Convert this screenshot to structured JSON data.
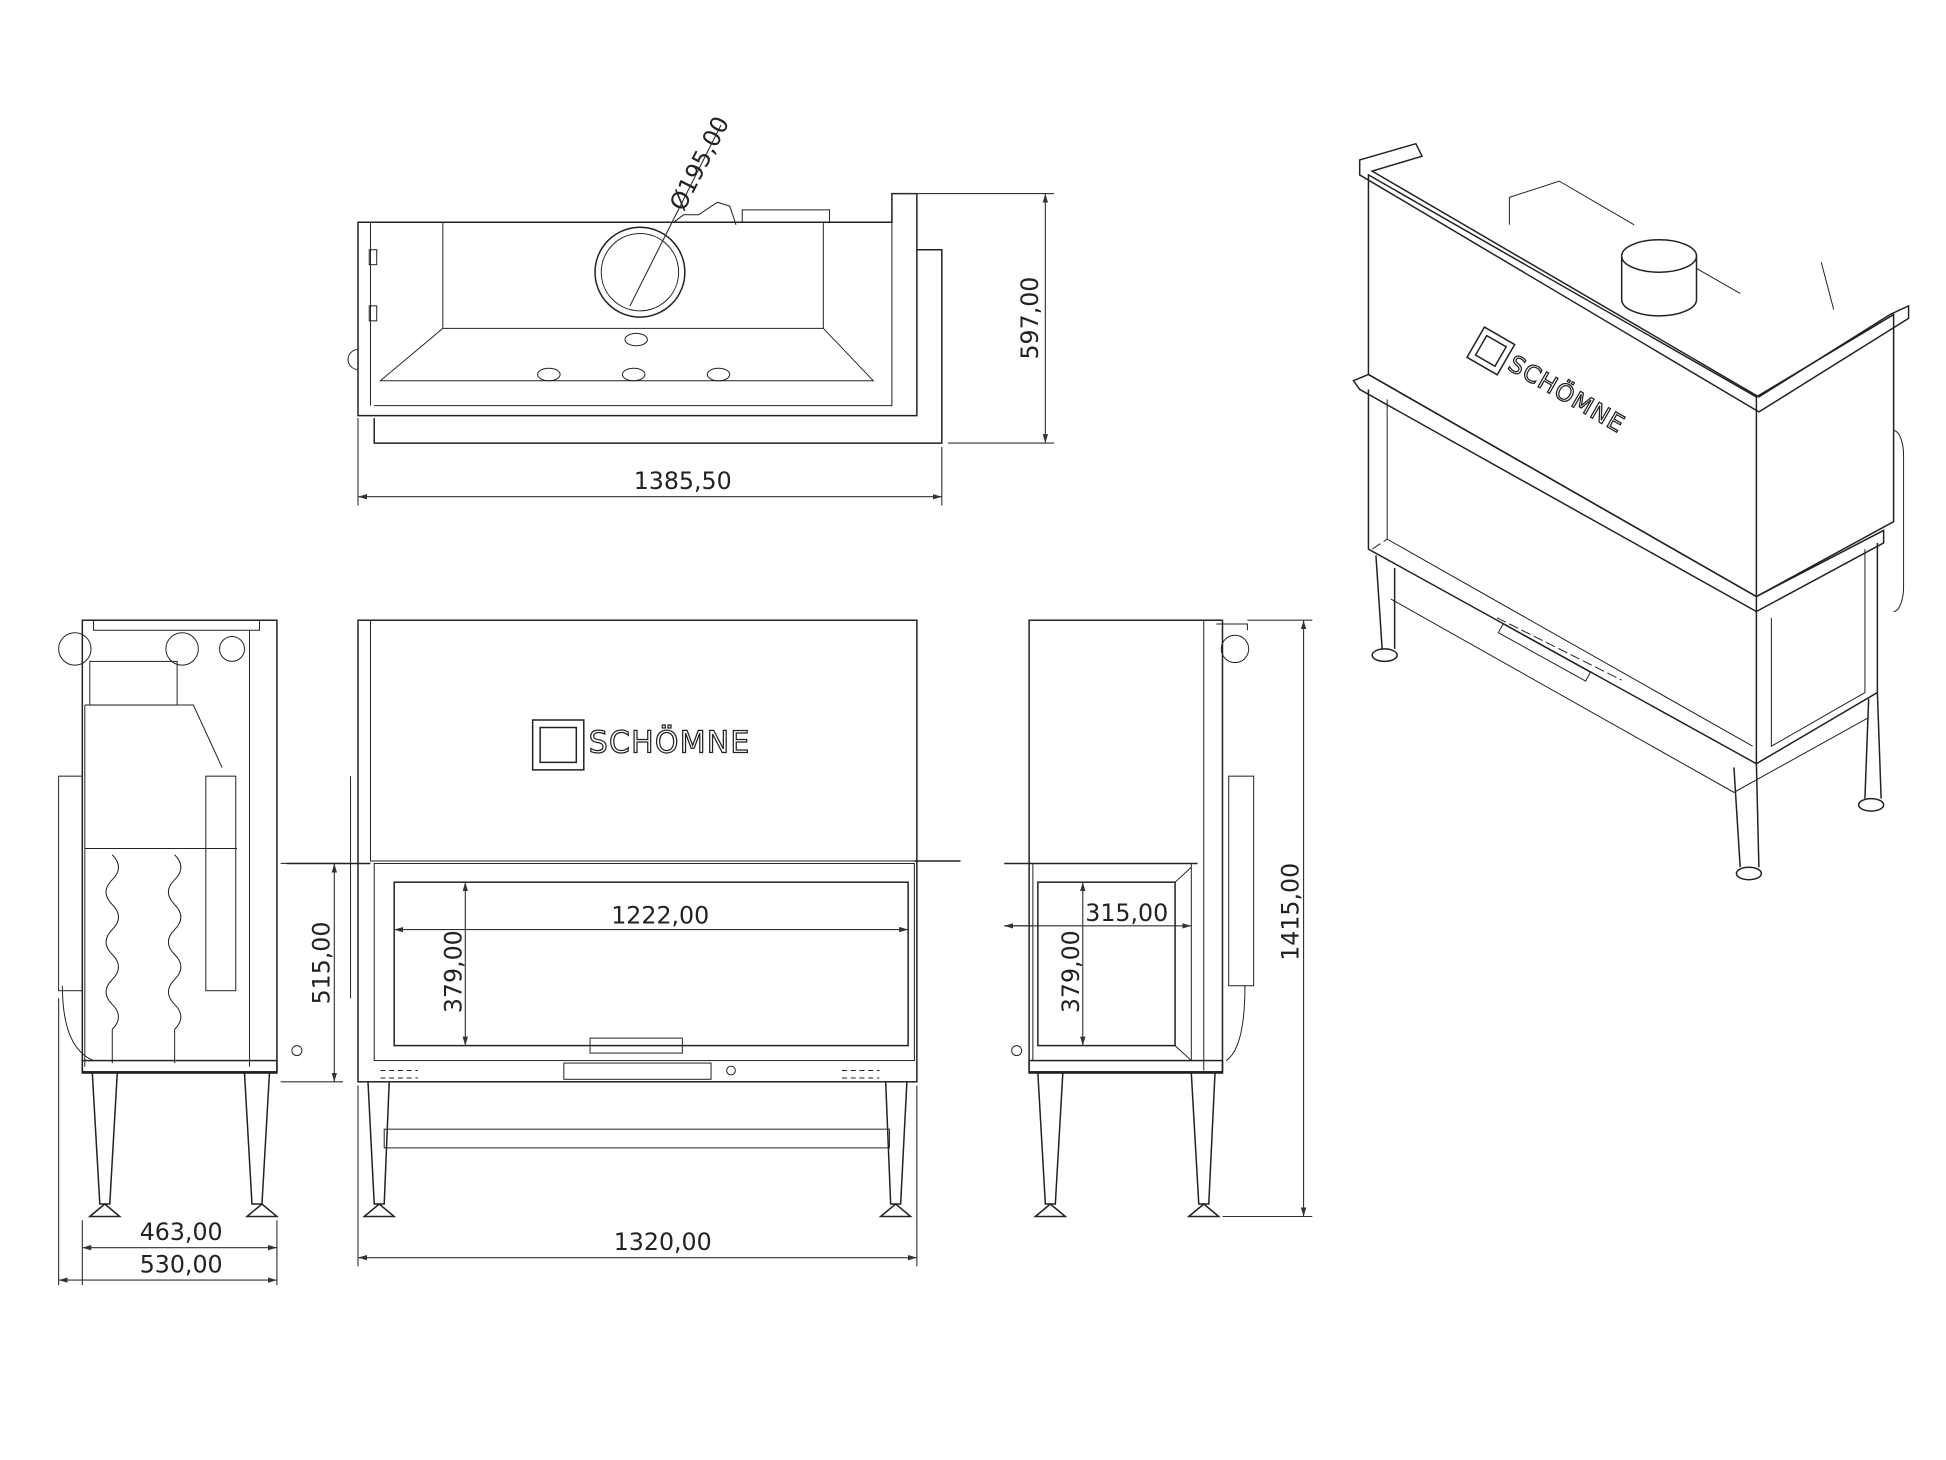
{
  "brand": "SCHÖMNE",
  "top_view": {
    "flue_diameter": "Ø195,00",
    "depth": "597,00",
    "width": "1385,50"
  },
  "side_view_left": {
    "inner_depth": "463,00",
    "outer_depth": "530,00",
    "door_height": "515,00"
  },
  "front_view": {
    "glass_width": "1222,00",
    "glass_height": "379,00",
    "total_width": "1320,00"
  },
  "side_view_right": {
    "glass_width": "315,00",
    "glass_height": "379,00",
    "total_height": "1415,00"
  }
}
